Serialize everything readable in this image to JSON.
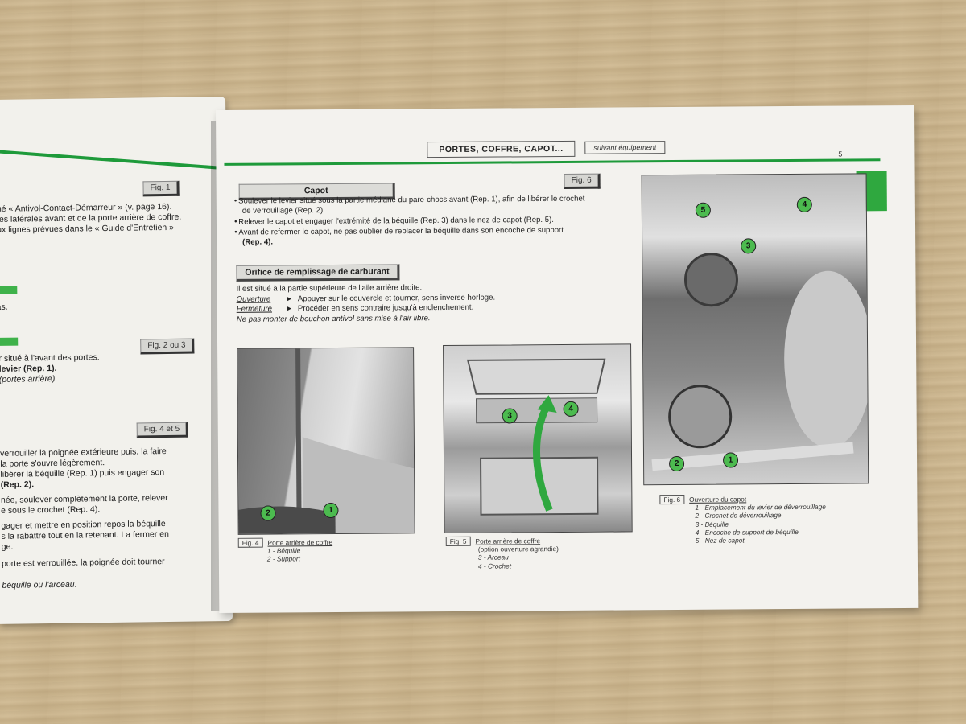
{
  "left_page": {
    "fig1": "Fig. 1",
    "lines1": [
      "hé « Antivol-Contact-Démarreur » (v. page 16).",
      "tes latérales avant et de la porte arrière de coffre.",
      "ux lignes prévues dans le « Guide d'Entretien »"
    ],
    "line_as": "as.",
    "fig23": "Fig. 2 ou 3",
    "lines2": [
      "r situé à l'avant des portes.",
      "levier (Rep. 1)."
    ],
    "line_portes": "(portes arrière).",
    "fig45": "Fig. 4 et 5",
    "lines3": [
      "verrouiller la poignée extérieure puis, la faire",
      "la porte s'ouvre légèrement.",
      "libérer la béquille (Rep. 1) puis engager son",
      "(Rep. 2).",
      "née, soulever complètement la porte, relever",
      "e sous le crochet (Rep. 4).",
      "gager et mettre en position repos la béquille",
      "s la rabattre tout en la retenant. La fermer en",
      "ge."
    ],
    "line_verrouillee": "porte est verrouillée, la poignée doit tourner",
    "line_bequille": "béquille ou l'arceau."
  },
  "header": {
    "title": "PORTES, COFFRE, CAPOT...",
    "note": "suivant équipement",
    "page_number": "5"
  },
  "capot": {
    "fig": "Fig. 6",
    "title": "Capot",
    "lines": [
      "Soulever le levier situé sous la partie médiane du pare-chocs avant (Rep. 1), afin de libérer le crochet",
      "de verrouillage (Rep. 2).",
      "Relever le capot et engager l'extrémité de la béquille (Rep. 3) dans le nez de capot (Rep. 5).",
      "Avant de refermer le capot, ne pas oublier de replacer la béquille dans son encoche de support",
      "(Rep. 4)."
    ]
  },
  "carburant": {
    "title": "Orifice de remplissage de carburant",
    "intro": "Il est situé à la partie supérieure de l'aile arrière droite.",
    "ouverture_label": "Ouverture",
    "ouverture_text": "Appuyer sur le couvercle et tourner, sens inverse horloge.",
    "fermeture_label": "Fermeture",
    "fermeture_text": "Procéder en sens contraire jusqu'à enclenchement.",
    "note": "Ne pas monter de bouchon antivol sans mise à l'air libre."
  },
  "fig4": {
    "label": "Fig. 4",
    "title": "Porte arrière de coffre",
    "items": [
      "1 - Béquille",
      "2 - Support"
    ],
    "callouts": [
      "2",
      "1"
    ]
  },
  "fig5": {
    "label": "Fig. 5",
    "title": "Porte arrière de coffre",
    "subtitle": "(option ouverture agrandie)",
    "items": [
      "3 - Arceau",
      "4 - Crochet"
    ],
    "callouts": [
      "3",
      "4"
    ]
  },
  "fig6": {
    "label": "Fig. 6",
    "title": "Ouverture du capot",
    "items": [
      "1 - Emplacement du levier de déverrouillage",
      "2 - Crochet de déverrouillage",
      "3 - Béquille",
      "4 - Encoche de support de béquille",
      "5 - Nez de capot"
    ],
    "callouts": [
      "5",
      "4",
      "3",
      "2",
      "1"
    ]
  },
  "colors": {
    "accent": "#1e9a3a",
    "callout": "#4cbb4f"
  }
}
